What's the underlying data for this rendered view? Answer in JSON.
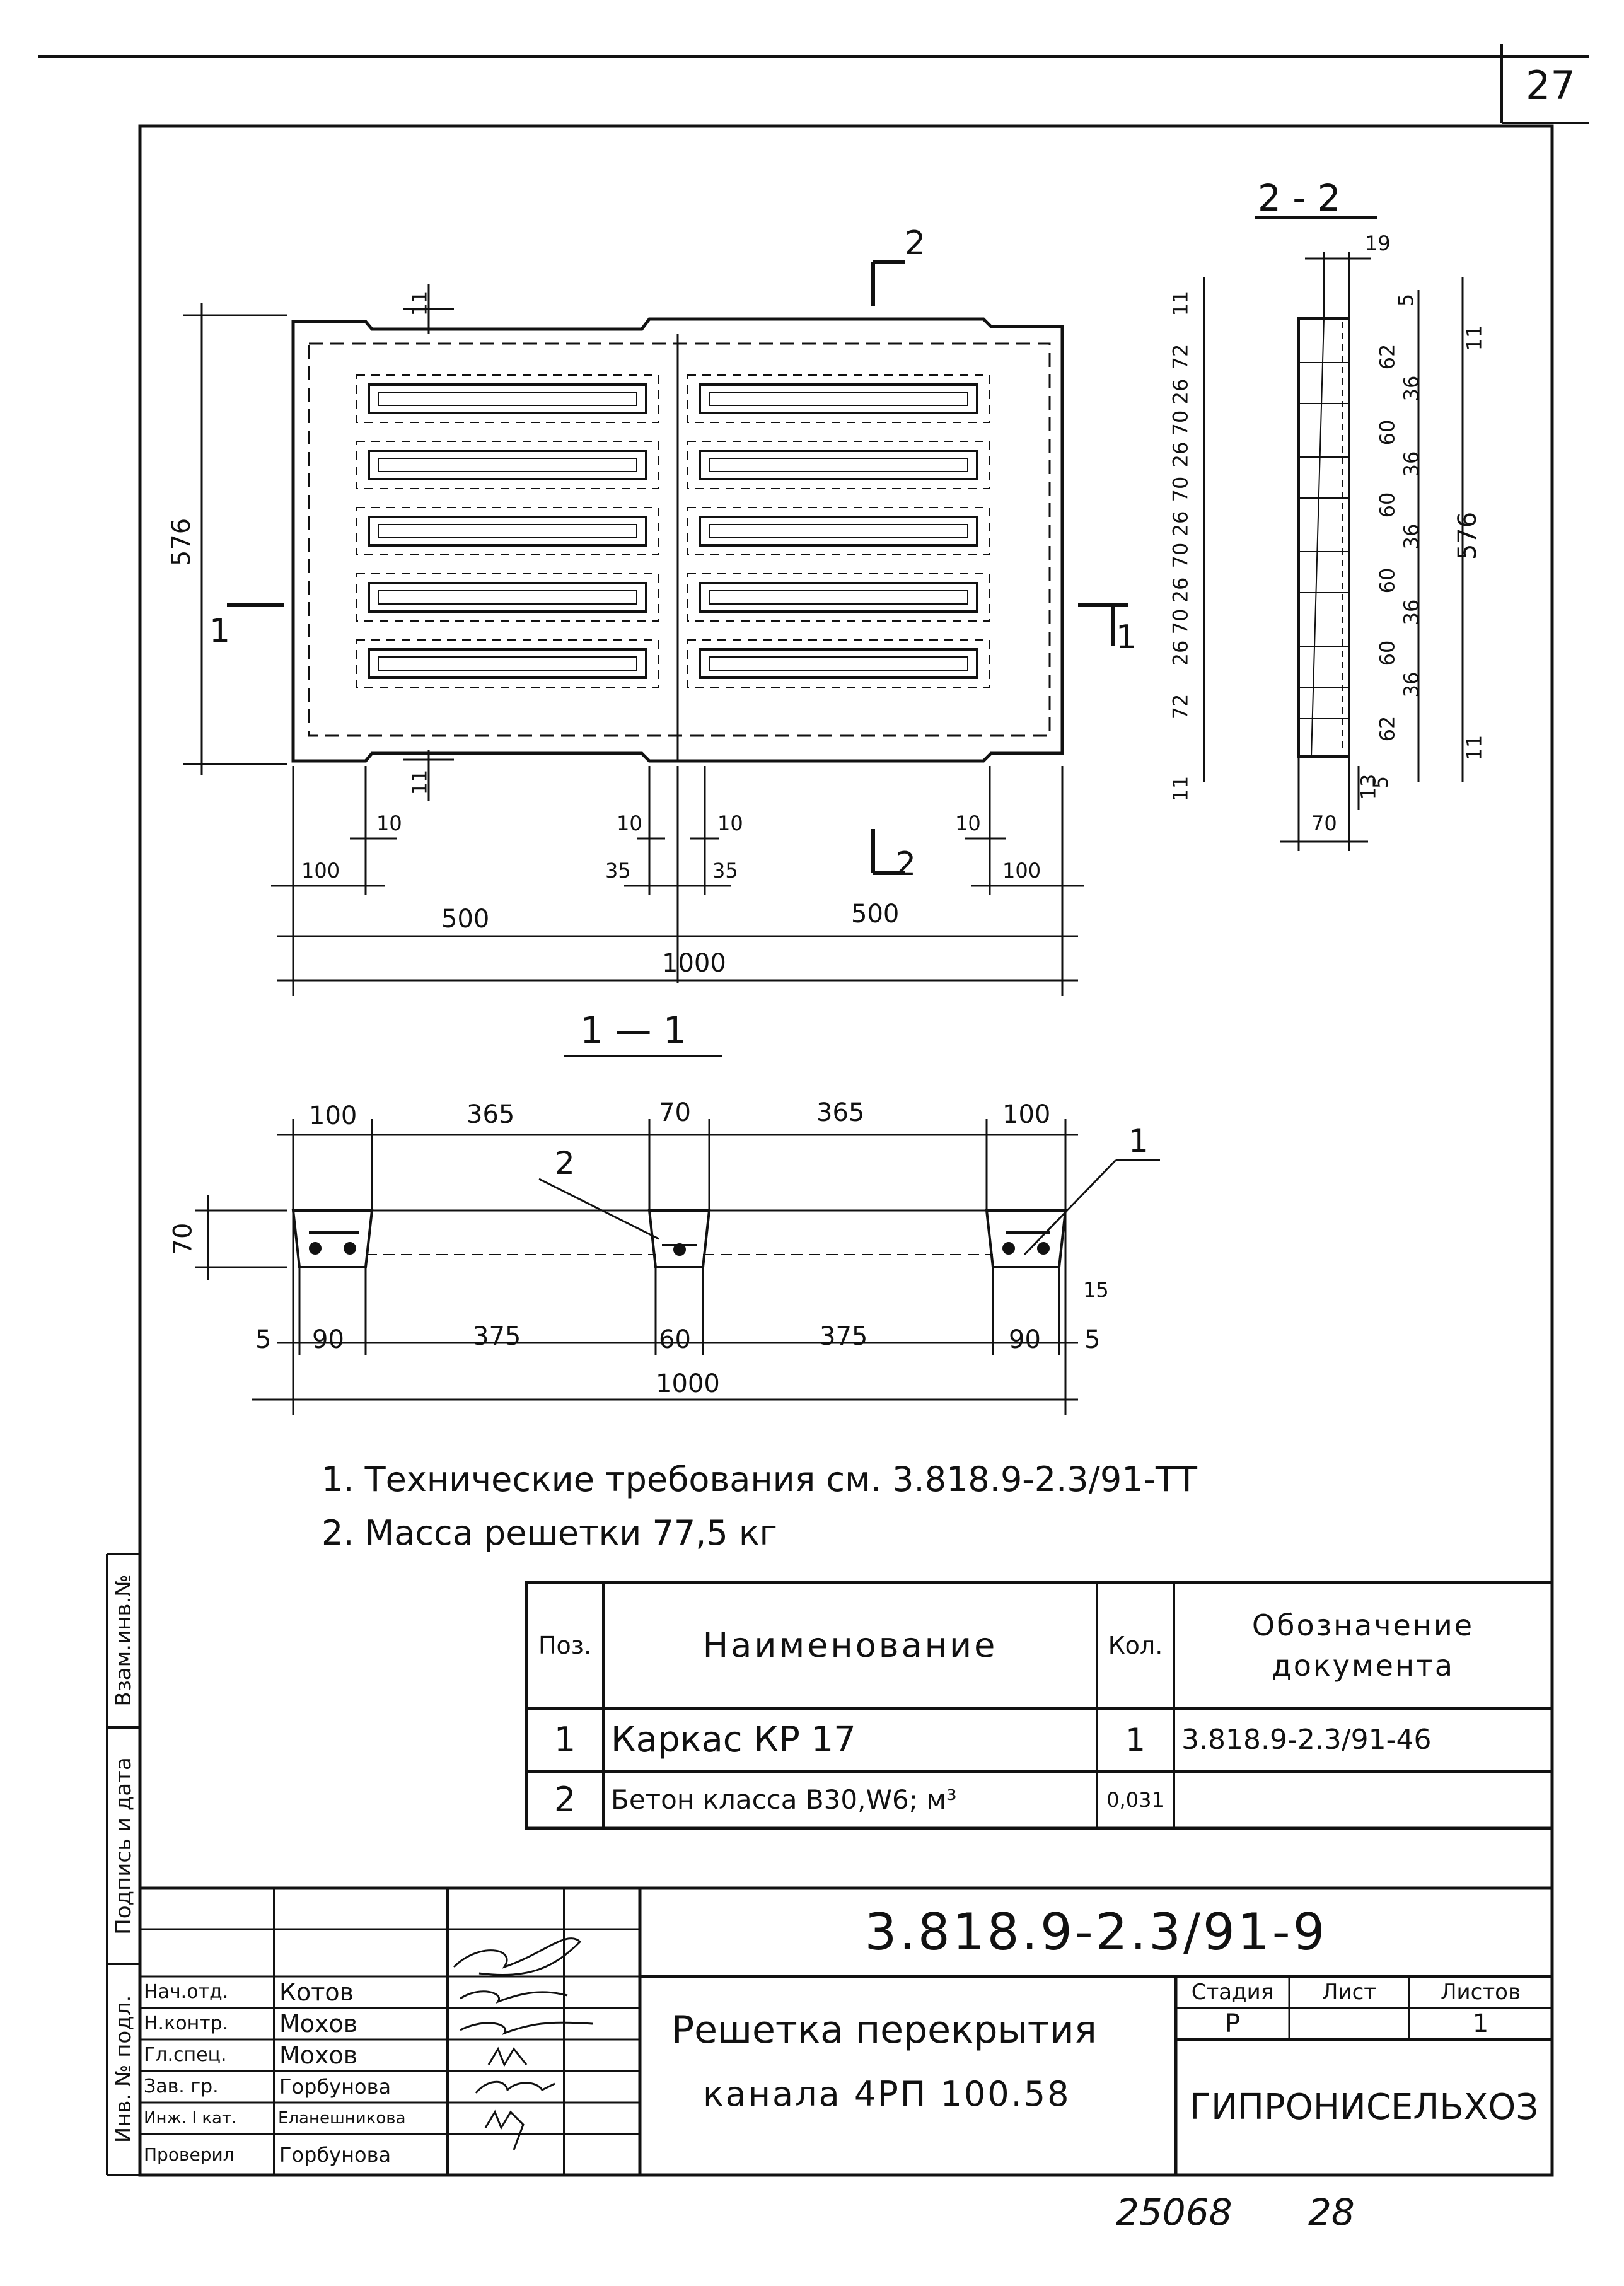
{
  "sheet": {
    "page_number": "27",
    "footer_inventory": "25068",
    "footer_next": "28"
  },
  "plan": {
    "dims": {
      "height": "576",
      "notch_top": "11",
      "notch_bottom": "11",
      "left_edge": "100",
      "right_edge": "100",
      "rib_left": "10",
      "rib_center_l": "10",
      "rib_center_r": "10",
      "rib_right": "10",
      "center_l": "35",
      "center_r": "35",
      "half_l": "500",
      "half_r": "500",
      "total": "1000"
    },
    "section_marks": {
      "s1_left": "1",
      "s1_right": "1",
      "s2_top": "2",
      "s2_bottom": "2"
    }
  },
  "section22": {
    "title": "2 - 2",
    "top_width": "19",
    "left_dims": [
      "11",
      "72",
      "26",
      "70",
      "26",
      "70",
      "26",
      "70",
      "26",
      "70",
      "26",
      "72",
      "11"
    ],
    "right_inner": [
      "5",
      "62",
      "36",
      "60",
      "36",
      "60",
      "36",
      "60",
      "36",
      "60",
      "36",
      "62",
      "5"
    ],
    "right_edge": [
      "11",
      "11"
    ],
    "total": "576",
    "bottom_width": "70",
    "bottom_side": "13"
  },
  "section11": {
    "title": "1 — 1",
    "top_dims": [
      "100",
      "365",
      "70",
      "365",
      "100"
    ],
    "bottom_dims": [
      "5",
      "90",
      "375",
      "60",
      "375",
      "90",
      "5"
    ],
    "right_small": "15",
    "height": "70",
    "total": "1000",
    "callout_1": "1",
    "callout_2": "2"
  },
  "notes": [
    "1. Технические требования см. 3.818.9-2.3/91-ТТ",
    "2. Масса решетки 77,5 кг"
  ],
  "spec_table": {
    "headers": {
      "pos": "Поз.",
      "name": "Наименование",
      "qty": "Кол.",
      "doc": "Обозначение документа"
    },
    "rows": [
      {
        "pos": "1",
        "name": "Каркас КР 17",
        "qty": "1",
        "doc": "3.818.9-2.3/91-46"
      },
      {
        "pos": "2",
        "name": "Бетон класса В30,W6; м³",
        "qty": "0,031",
        "doc": ""
      }
    ]
  },
  "side_stamp": {
    "inv_podl": "Инв. № подл.",
    "podpis_data": "Подпись и дата",
    "vzam_inv": "Взам.инв.№"
  },
  "title_block": {
    "code": "3.818.9-2.3/91-9",
    "title_line1": "Решетка перекрытия",
    "title_line2": "канала 4РП 100.58",
    "stage_label": "Стадия",
    "sheet_label": "Лист",
    "sheets_label": "Листов",
    "stage_value": "Р",
    "sheet_value": "",
    "sheets_value": "1",
    "organization": "ГИПРОНИСЕЛЬХОЗ",
    "people": [
      {
        "role": "Нач.отд.",
        "name": "Котов"
      },
      {
        "role": "Н.контр.",
        "name": "Мохов"
      },
      {
        "role": "Гл.спец.",
        "name": "Мохов"
      },
      {
        "role": "Зав. гр.",
        "name": "Горбунова"
      },
      {
        "role": "Инж. I кат.",
        "name": "Еланешникова"
      },
      {
        "role": "Проверил",
        "name": "Горбунова"
      }
    ]
  }
}
